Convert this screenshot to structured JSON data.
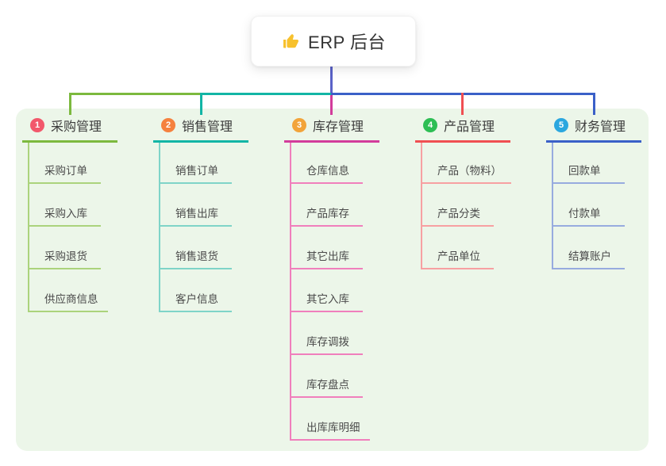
{
  "root": {
    "title": "ERP 后台",
    "icon": "thumbs-up-icon",
    "icon_color": "#f7c12d"
  },
  "panel": {
    "bg": "#ecf6e9"
  },
  "connectors": {
    "root_color": "#5a62c8"
  },
  "branches": [
    {
      "index": "1",
      "label": "采购管理",
      "color": "#7cb93e",
      "light": "#abd37c",
      "badge_color": "#f2586b",
      "children": [
        "采购订单",
        "采购入库",
        "采购退货",
        "供应商信息"
      ]
    },
    {
      "index": "2",
      "label": "销售管理",
      "color": "#12b5a5",
      "light": "#7fd4c8",
      "badge_color": "#f5813e",
      "children": [
        "销售订单",
        "销售出库",
        "销售退货",
        "客户信息"
      ]
    },
    {
      "index": "3",
      "label": "库存管理",
      "color": "#d23c9b",
      "light": "#f07fbc",
      "badge_color": "#f2a43a",
      "children": [
        "仓库信息",
        "产品库存",
        "其它出库",
        "其它入库",
        "库存调拨",
        "库存盘点",
        "出库库明细"
      ]
    },
    {
      "index": "4",
      "label": "产品管理",
      "color": "#f04f52",
      "light": "#f7a0a2",
      "badge_color": "#2dbe54",
      "children": [
        "产品（物料）",
        "产品分类",
        "产品单位"
      ]
    },
    {
      "index": "5",
      "label": "财务管理",
      "color": "#3a60c8",
      "light": "#97abdf",
      "badge_color": "#2ba7df",
      "children": [
        "回款单",
        "付款单",
        "结算账户"
      ]
    }
  ]
}
